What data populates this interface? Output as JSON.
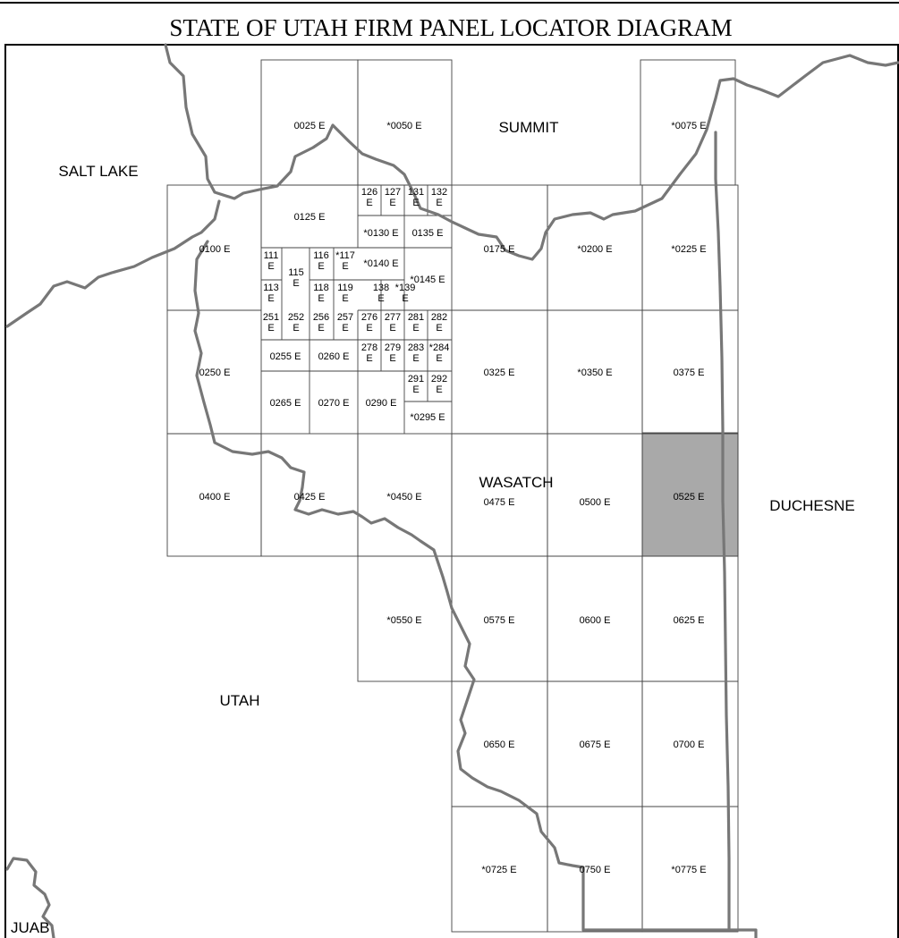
{
  "title": "STATE OF UTAH FIRM PANEL LOCATOR DIAGRAM",
  "highlight_color": "#a9a9a9",
  "boundary_color": "#777777",
  "counties": [
    "SALT LAKE",
    "SUMMIT",
    "WASATCH",
    "DUCHESNE",
    "UTAH",
    "JUAB"
  ],
  "panels": [
    "0025 E",
    "*0050 E",
    "*0075 E",
    "0100 E",
    "0125 E",
    "126 E",
    "127 E",
    "131 E",
    "132 E",
    "*0130 E",
    "0135 E",
    "0175 E",
    "*0200 E",
    "*0225 E",
    "111 E",
    "113 E",
    "115 E",
    "116 E",
    "*117 E",
    "118 E",
    "119 E",
    "*0140 E",
    "138 E",
    "*139 E",
    "*0145 E",
    "0250 E",
    "251 E",
    "252 E",
    "256 E",
    "257 E",
    "276 E",
    "277 E",
    "281 E",
    "282 E",
    "0255 E",
    "0260 E",
    "278 E",
    "279 E",
    "283 E",
    "*284 E",
    "291 E",
    "292 E",
    "0265 E",
    "0270 E",
    "0290 E",
    "*0295 E",
    "0325 E",
    "*0350 E",
    "0375 E",
    "0400 E",
    "0425 E",
    "*0450 E",
    "0475 E",
    "0500 E",
    "0525 E",
    "*0550 E",
    "0575 E",
    "0600 E",
    "0625 E",
    "0650 E",
    "0675 E",
    "0700 E",
    "*0725 E",
    "0750 E",
    "*0775 E"
  ],
  "highlighted_panel": "0525 E"
}
